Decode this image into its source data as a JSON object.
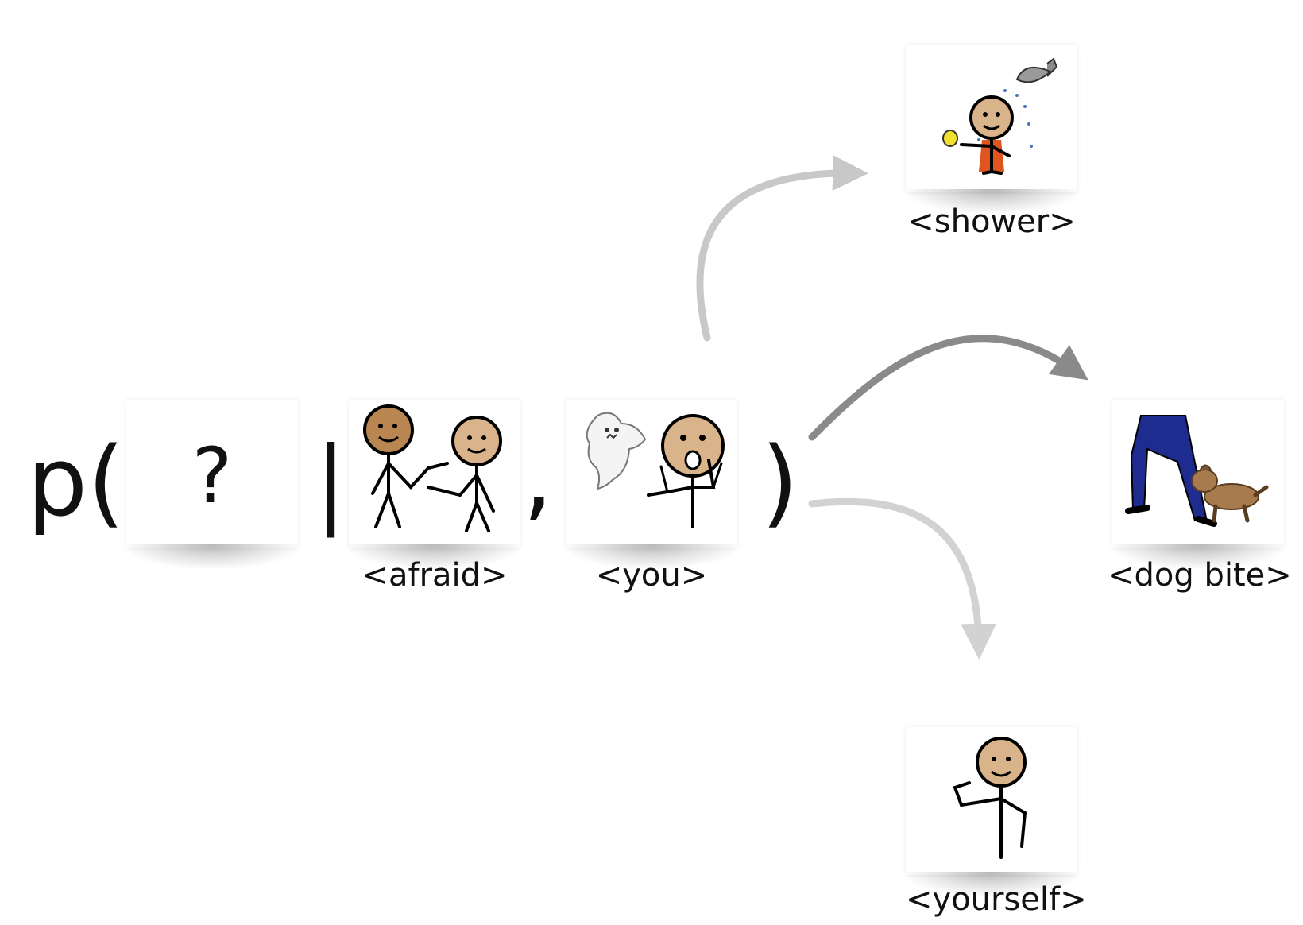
{
  "formula": {
    "prefix": "p(",
    "bar": "|",
    "comma": ",",
    "close": ")",
    "unknown": "?"
  },
  "context_cards": [
    {
      "icon": "two-people-pointing-icon",
      "label": "<afraid>"
    },
    {
      "icon": "scared-person-ghost-icon",
      "label": "<you>"
    }
  ],
  "candidates": [
    {
      "icon": "person-showering-icon",
      "label": "<shower>"
    },
    {
      "icon": "dog-biting-leg-icon",
      "label": "<dog bite>"
    },
    {
      "icon": "person-pointing-self-icon",
      "label": "<yourself>"
    }
  ],
  "arrow_colors": {
    "shower": "#c8c8c8",
    "dog_bite": "#8a8a8a",
    "yourself": "#d2d2d2"
  },
  "skin_colors": {
    "light": "#d9b48a",
    "dark": "#b98550"
  }
}
